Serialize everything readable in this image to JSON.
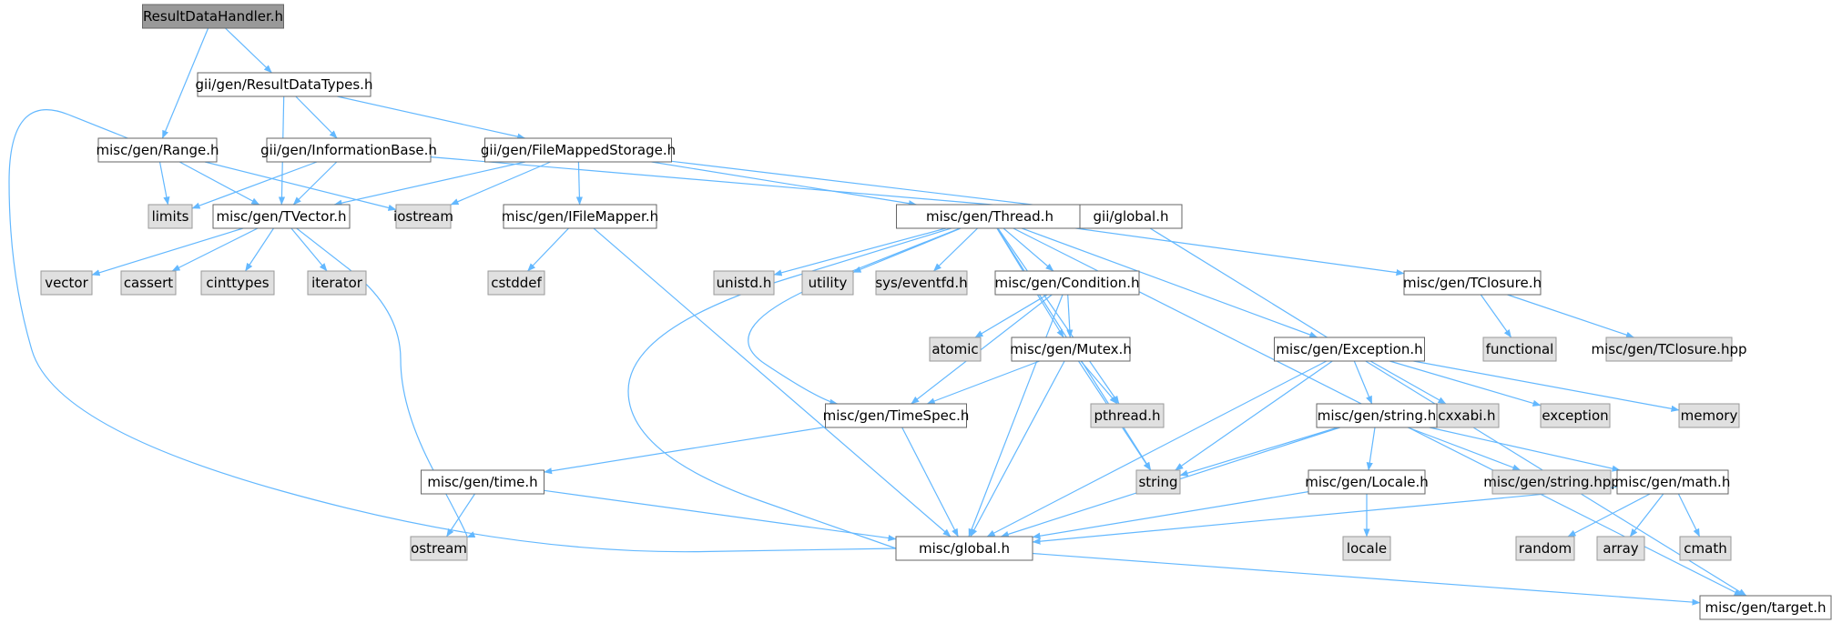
{
  "graph": {
    "colors": {
      "root_fill": "#999999",
      "root_stroke": "#666666",
      "file_fill": "#ffffff",
      "file_stroke": "#666666",
      "system_fill": "#e0e0e0",
      "system_stroke": "#999999",
      "edge": "#63b8ff",
      "text": "#000000"
    },
    "nodes": [
      {
        "id": "n0",
        "label": "ResultDataHandler.h",
        "kind": "root"
      },
      {
        "id": "n1",
        "label": "gii/gen/ResultDataTypes.h",
        "kind": "file"
      },
      {
        "id": "n2",
        "label": "misc/gen/Range.h",
        "kind": "file"
      },
      {
        "id": "n3",
        "label": "gii/gen/InformationBase.h",
        "kind": "file"
      },
      {
        "id": "n4",
        "label": "gii/gen/FileMappedStorage.h",
        "kind": "file"
      },
      {
        "id": "n5",
        "label": "limits",
        "kind": "system"
      },
      {
        "id": "n6",
        "label": "misc/gen/TVector.h",
        "kind": "file"
      },
      {
        "id": "n7",
        "label": "iostream",
        "kind": "system"
      },
      {
        "id": "n8",
        "label": "misc/gen/IFileMapper.h",
        "kind": "file"
      },
      {
        "id": "n9",
        "label": "misc/gen/Thread.h",
        "kind": "file"
      },
      {
        "id": "n10",
        "label": "gii/global.h",
        "kind": "file"
      },
      {
        "id": "n11",
        "label": "vector",
        "kind": "system"
      },
      {
        "id": "n12",
        "label": "cassert",
        "kind": "system"
      },
      {
        "id": "n13",
        "label": "cinttypes",
        "kind": "system"
      },
      {
        "id": "n14",
        "label": "iterator",
        "kind": "system"
      },
      {
        "id": "n15",
        "label": "cstddef",
        "kind": "system"
      },
      {
        "id": "n16",
        "label": "unistd.h",
        "kind": "system"
      },
      {
        "id": "n17",
        "label": "utility",
        "kind": "system"
      },
      {
        "id": "n18",
        "label": "sys/eventfd.h",
        "kind": "system"
      },
      {
        "id": "n19",
        "label": "misc/gen/Condition.h",
        "kind": "file"
      },
      {
        "id": "n20",
        "label": "misc/gen/TClosure.h",
        "kind": "file"
      },
      {
        "id": "n21",
        "label": "functional",
        "kind": "system"
      },
      {
        "id": "n22",
        "label": "misc/gen/TClosure.hpp",
        "kind": "system"
      },
      {
        "id": "n23",
        "label": "atomic",
        "kind": "system"
      },
      {
        "id": "n24",
        "label": "misc/gen/Mutex.h",
        "kind": "file"
      },
      {
        "id": "n25",
        "label": "misc/gen/Exception.h",
        "kind": "file"
      },
      {
        "id": "n26",
        "label": "cxxabi.h",
        "kind": "system"
      },
      {
        "id": "n27",
        "label": "exception",
        "kind": "system"
      },
      {
        "id": "n28",
        "label": "memory",
        "kind": "system"
      },
      {
        "id": "n29",
        "label": "misc/gen/TimeSpec.h",
        "kind": "file"
      },
      {
        "id": "n30",
        "label": "pthread.h",
        "kind": "system"
      },
      {
        "id": "n31",
        "label": "misc/gen/string.h",
        "kind": "file"
      },
      {
        "id": "n32",
        "label": "misc/gen/time.h",
        "kind": "file"
      },
      {
        "id": "n33",
        "label": "string",
        "kind": "system"
      },
      {
        "id": "n34",
        "label": "misc/gen/Locale.h",
        "kind": "file"
      },
      {
        "id": "n35",
        "label": "misc/gen/string.hpp",
        "kind": "system"
      },
      {
        "id": "n36",
        "label": "misc/gen/math.h",
        "kind": "file"
      },
      {
        "id": "n37",
        "label": "ostream",
        "kind": "system"
      },
      {
        "id": "n38",
        "label": "misc/global.h",
        "kind": "file"
      },
      {
        "id": "n39",
        "label": "locale",
        "kind": "system"
      },
      {
        "id": "n40",
        "label": "random",
        "kind": "system"
      },
      {
        "id": "n41",
        "label": "array",
        "kind": "system"
      },
      {
        "id": "n42",
        "label": "cmath",
        "kind": "system"
      },
      {
        "id": "n43",
        "label": "misc/gen/target.h",
        "kind": "file"
      }
    ],
    "edges": [
      [
        "n0",
        "n1"
      ],
      [
        "n0",
        "n2"
      ],
      [
        "n1",
        "n3"
      ],
      [
        "n1",
        "n4"
      ],
      [
        "n1",
        "n6"
      ],
      [
        "n2",
        "n5"
      ],
      [
        "n2",
        "n6"
      ],
      [
        "n2",
        "n7"
      ],
      [
        "n2",
        "n38"
      ],
      [
        "n3",
        "n5"
      ],
      [
        "n3",
        "n6"
      ],
      [
        "n3",
        "n10"
      ],
      [
        "n4",
        "n6"
      ],
      [
        "n4",
        "n7"
      ],
      [
        "n4",
        "n8"
      ],
      [
        "n4",
        "n9"
      ],
      [
        "n4",
        "n10"
      ],
      [
        "n6",
        "n11"
      ],
      [
        "n6",
        "n12"
      ],
      [
        "n6",
        "n13"
      ],
      [
        "n6",
        "n14"
      ],
      [
        "n6",
        "n37"
      ],
      [
        "n8",
        "n15"
      ],
      [
        "n8",
        "n38"
      ],
      [
        "n9",
        "n16"
      ],
      [
        "n9",
        "n17"
      ],
      [
        "n9",
        "n18"
      ],
      [
        "n9",
        "n19"
      ],
      [
        "n9",
        "n20"
      ],
      [
        "n9",
        "n24"
      ],
      [
        "n9",
        "n25"
      ],
      [
        "n9",
        "n29"
      ],
      [
        "n9",
        "n30"
      ],
      [
        "n9",
        "n33"
      ],
      [
        "n9",
        "n38"
      ],
      [
        "n9",
        "n43"
      ],
      [
        "n10",
        "n43"
      ],
      [
        "n19",
        "n23"
      ],
      [
        "n19",
        "n24"
      ],
      [
        "n19",
        "n29"
      ],
      [
        "n19",
        "n38"
      ],
      [
        "n20",
        "n21"
      ],
      [
        "n20",
        "n22"
      ],
      [
        "n24",
        "n29"
      ],
      [
        "n24",
        "n30"
      ],
      [
        "n24",
        "n33"
      ],
      [
        "n24",
        "n38"
      ],
      [
        "n25",
        "n26"
      ],
      [
        "n25",
        "n27"
      ],
      [
        "n25",
        "n28"
      ],
      [
        "n25",
        "n31"
      ],
      [
        "n25",
        "n33"
      ],
      [
        "n25",
        "n38"
      ],
      [
        "n29",
        "n32"
      ],
      [
        "n29",
        "n38"
      ],
      [
        "n31",
        "n33"
      ],
      [
        "n31",
        "n34"
      ],
      [
        "n31",
        "n35"
      ],
      [
        "n31",
        "n36"
      ],
      [
        "n31",
        "n38"
      ],
      [
        "n32",
        "n37"
      ],
      [
        "n32",
        "n38"
      ],
      [
        "n34",
        "n38"
      ],
      [
        "n34",
        "n39"
      ],
      [
        "n36",
        "n38"
      ],
      [
        "n36",
        "n40"
      ],
      [
        "n36",
        "n41"
      ],
      [
        "n36",
        "n42"
      ],
      [
        "n38",
        "n43"
      ]
    ]
  }
}
